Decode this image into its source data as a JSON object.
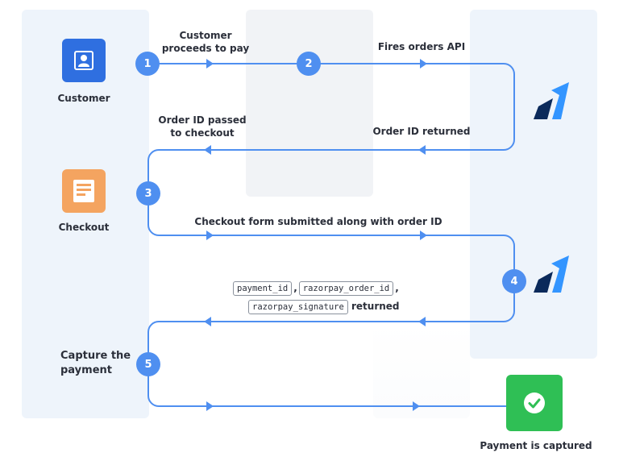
{
  "steps": [
    "1",
    "2",
    "3",
    "4",
    "5"
  ],
  "actors": {
    "customer": "Customer",
    "checkout": "Checkout",
    "capture": "Capture the payment",
    "captured": "Payment is captured"
  },
  "edges": {
    "customer_proceeds": "Customer proceeds to pay",
    "fires_orders_api": "Fires orders API",
    "order_id_passed": "Order ID passed to checkout",
    "order_id_returned": "Order ID returned",
    "checkout_submitted": "Checkout form submitted along with order ID",
    "payment_id": "payment_id",
    "razorpay_order_id": "razorpay_order_id",
    "razorpay_signature": "razorpay_signature",
    "returned": "returned",
    "comma": ","
  },
  "colors": {
    "flow": "#4f8ff0",
    "customer_icon": "#2f6fe0",
    "checkout_icon": "#f4a460",
    "success": "#2fbf55",
    "razorpay_dark": "#0b2a5b",
    "razorpay_light": "#3395ff"
  },
  "icons": [
    "user-icon",
    "form-icon",
    "razorpay-logo",
    "check-icon"
  ]
}
